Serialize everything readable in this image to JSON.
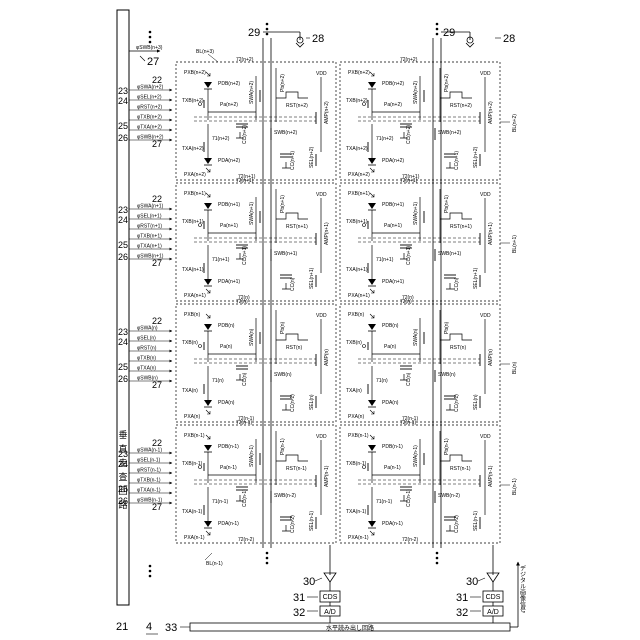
{
  "refs": {
    "scan_circuit": "21",
    "figure": "4",
    "horizontal_readout": "33",
    "signal_line_in": "22",
    "signal_line_sel": "23",
    "signal_line_rst": "24",
    "signal_line_txa": "25",
    "signal_line_txb": "26",
    "signal_line_swb": "27",
    "current_source": "29",
    "column_line": "28",
    "buffer": "30",
    "cds": "31",
    "ad": "32"
  },
  "vertical_scan_label": [
    "垂",
    "直",
    "走",
    "査",
    "回",
    "路"
  ],
  "horizontal_readout_label": "水平読み出し回路",
  "digital_output_label": "デジタル画像信号",
  "cds_label": "CDS",
  "ad_label": "A/D",
  "vdd": "VDD",
  "top_signal": "φSWB(n+3)",
  "bl_top": "BL(n+3)",
  "bl_bottom": "BL(n-1)",
  "rows": [
    {
      "signals": [
        "φSWA(n+2)",
        "φSEL(n+2)",
        "φRST(n+2)",
        "φTXB(n+2)",
        "φTXA(n+2)",
        "φSWB(n+2)"
      ],
      "cell": {
        "pxb": "PXB(n+2)",
        "pdb": "PDB(n+2)",
        "txb": "TXB(n+2)",
        "pa": "Pa(n+2)",
        "pb": "Pb(n+2)",
        "swa": "SWA(n+2)",
        "rst": "RST(n+2)",
        "swb": "SWB(n+2)",
        "amp": "AMP(n+2)",
        "sel": "SEL(n+2)",
        "fd": "71(n+2)",
        "cc": "CC(n+2)",
        "cb": "CC(n+1)",
        "txa": "TXA(n+2)",
        "pda": "PDA(n+2)",
        "pxa": "PXA(n+2)",
        "w72t": "72(n+2)",
        "w72b": "72(n+1)"
      },
      "bl_right": "BL(n+2)"
    },
    {
      "signals": [
        "φSWA(n+1)",
        "φSEL(n+1)",
        "φRST(n+1)",
        "φTXB(n+1)",
        "φTXA(n+1)",
        "φSWB(n+1)"
      ],
      "cell": {
        "pxb": "PXB(n+1)",
        "pdb": "PDB(n+1)",
        "txb": "TXB(n+1)",
        "pa": "Pa(n+1)",
        "pb": "Pb(n+1)",
        "swa": "SWA(n+1)",
        "rst": "RST(n+1)",
        "swb": "SWB(n+1)",
        "amp": "AMP(n+1)",
        "sel": "SEL(n+1)",
        "fd": "71(n+1)",
        "cc": "CC(n+1)",
        "cb": "CC(n)",
        "txa": "TXA(n+1)",
        "pda": "PDA(n+1)",
        "pxa": "PXA(n+1)",
        "w72t": "72(n+1)",
        "w72b": "72(n)"
      },
      "bl_right": "BL(n+1)"
    },
    {
      "signals": [
        "φSWA(n)",
        "φSEL(n)",
        "φRST(n)",
        "φTXB(n)",
        "φTXA(n)",
        "φSWB(n)"
      ],
      "cell": {
        "pxb": "PXB(n)",
        "pdb": "PDB(n)",
        "txb": "TXB(n)",
        "pa": "Pa(n)",
        "pb": "Pb(n)",
        "swa": "SWA(n)",
        "rst": "RST(n)",
        "swb": "SWB(n)",
        "amp": "AMP(n)",
        "sel": "SEL(n)",
        "fd": "71(n)",
        "cc": "CC(n)",
        "cb": "CC(n-1)",
        "txa": "TXA(n)",
        "pda": "PDA(n)",
        "pxa": "PXA(n)",
        "w72t": "72(n)",
        "w72b": "72(n-1)"
      },
      "bl_right": "BL(n)"
    },
    {
      "signals": [
        "φSWA(n-1)",
        "φSEL(n-1)",
        "φRST(n-1)",
        "φTXB(n-1)",
        "φTXA(n-1)",
        "φSWB(n-1)"
      ],
      "cell": {
        "pxb": "PXB(n-1)",
        "pdb": "PDB(n-1)",
        "txb": "TXB(n-1)",
        "pa": "Pa(n-1)",
        "pb": "Pb(n-1)",
        "swa": "SWA(n-1)",
        "rst": "RST(n-1)",
        "swb": "SWB(n-2)",
        "amp": "AMP(n-1)",
        "sel": "SEL(n-1)",
        "fd": "71(n-1)",
        "cc": "CC(n-1)",
        "cb": "CC(n-2)",
        "txa": "TXA(n-1)",
        "pda": "PDA(n-1)",
        "pxa": "PXA(n-1)",
        "w72t": "72(n-1)",
        "w72b": "72(n-2)"
      },
      "bl_right": "BL(n-1)"
    }
  ]
}
